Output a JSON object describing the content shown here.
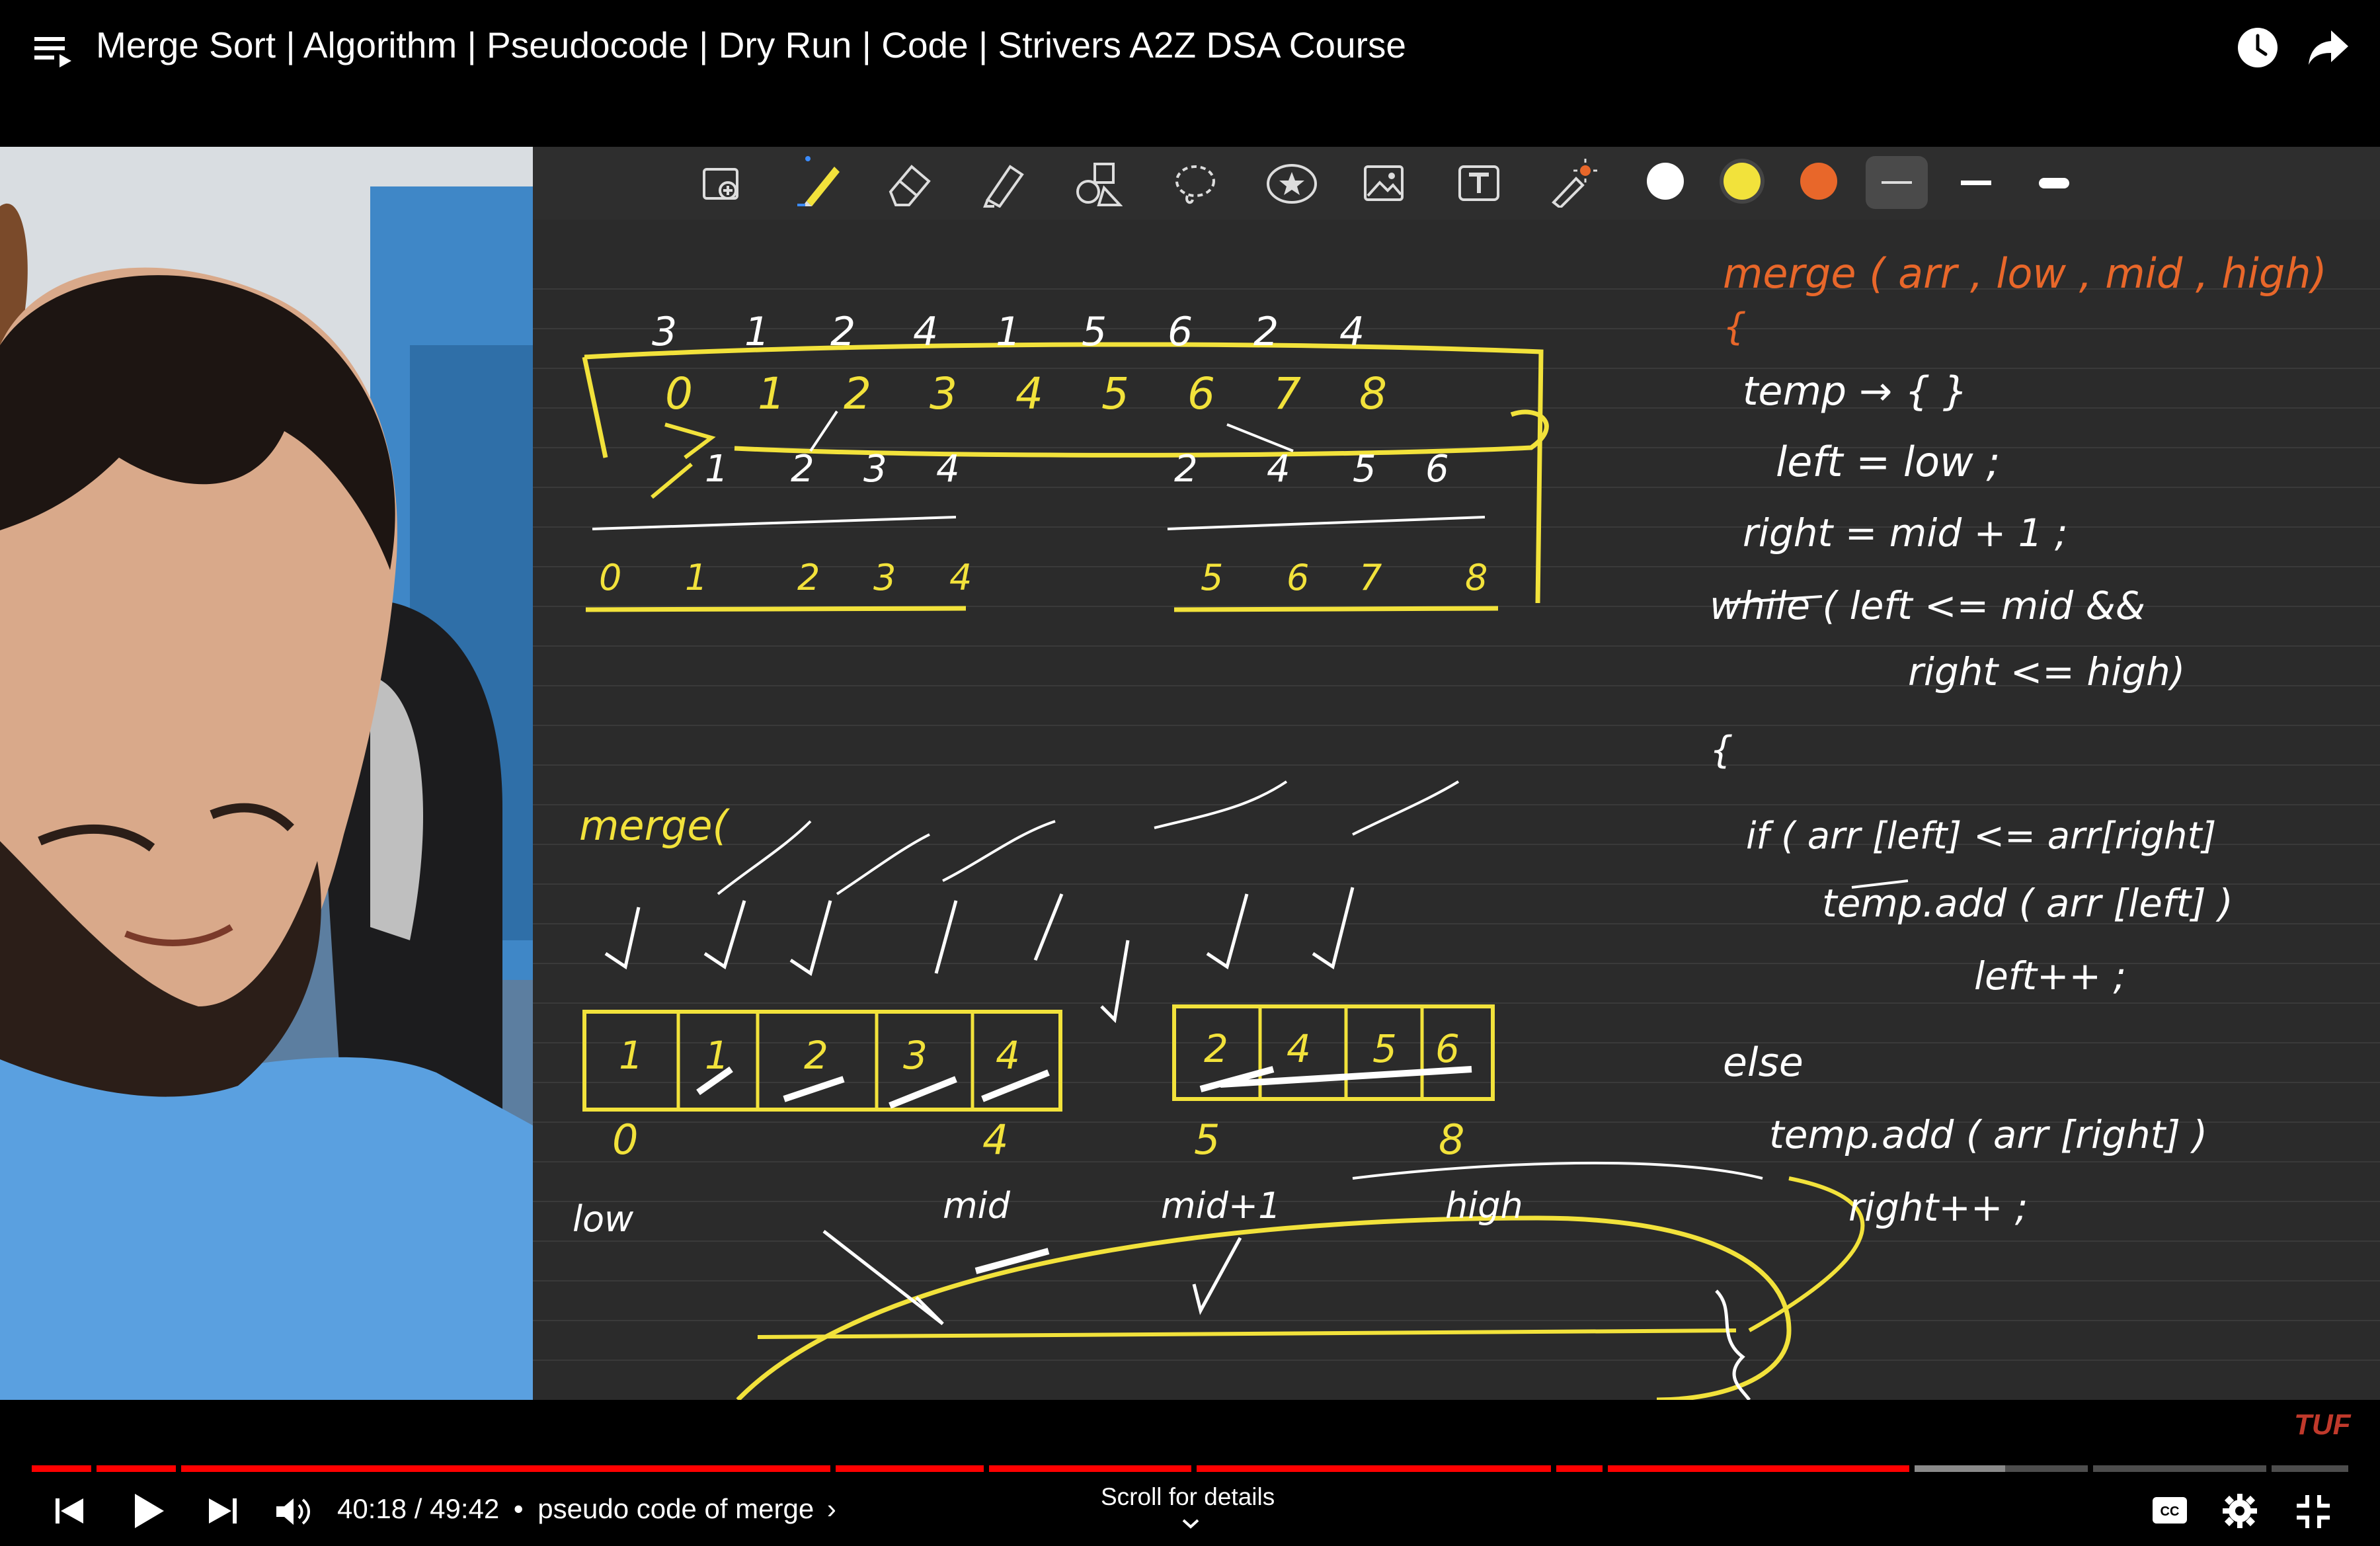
{
  "header": {
    "title": "Merge Sort | Algorithm | Pseudocode | Dry Run | Code | Strivers A2Z DSA Course",
    "icons": [
      "playlist-icon",
      "watch-later-icon",
      "share-icon"
    ]
  },
  "toolbar": {
    "tools": [
      "image-add-icon",
      "pen-icon",
      "eraser-icon",
      "highlighter-icon",
      "shapes-icon",
      "lasso-icon",
      "sticker-icon",
      "image-icon",
      "text-icon",
      "laser-pointer-icon"
    ],
    "colors": [
      "#ffffff",
      "#f2e23b",
      "#e8672a"
    ]
  },
  "board": {
    "array_values": [
      "3",
      "1",
      "2",
      "4",
      "1",
      "5",
      "6",
      "2",
      "4"
    ],
    "indices": [
      "0",
      "1",
      "2",
      "3",
      "4",
      "5",
      "6",
      "7",
      "8"
    ],
    "left_sorted": [
      "1",
      "1",
      "2",
      "3",
      "4"
    ],
    "right_sorted": [
      "2",
      "4",
      "5",
      "6"
    ],
    "bottom_indices": [
      "0",
      "4",
      "5",
      "8"
    ],
    "bottom_labels": [
      "low",
      "mid",
      "mid+1",
      "high"
    ],
    "merge_call": "merge(",
    "code": [
      "merge ( arr , low , mid , high)",
      "{",
      "temp → { }",
      "left = low ;",
      "right = mid + 1 ;",
      "while ( left <= mid &&",
      "right <= high)",
      "{",
      "if ( arr [left] <= arr[right]",
      "temp.add ( arr [left] )",
      "left++ ;",
      "else",
      "temp.add ( arr [right] )",
      "right++ ;"
    ],
    "colors": {
      "yellow": "#f2e23b",
      "orange": "#e8672a",
      "ink": "#ffffff"
    }
  },
  "player": {
    "time": "40:18 / 49:42",
    "chapter": "pseudo code of merge",
    "separator": "•",
    "scroll_hint": "Scroll for details",
    "brand": "TUF",
    "progress": 0.811,
    "buffered": 0.852,
    "accent": "#ff0000"
  }
}
